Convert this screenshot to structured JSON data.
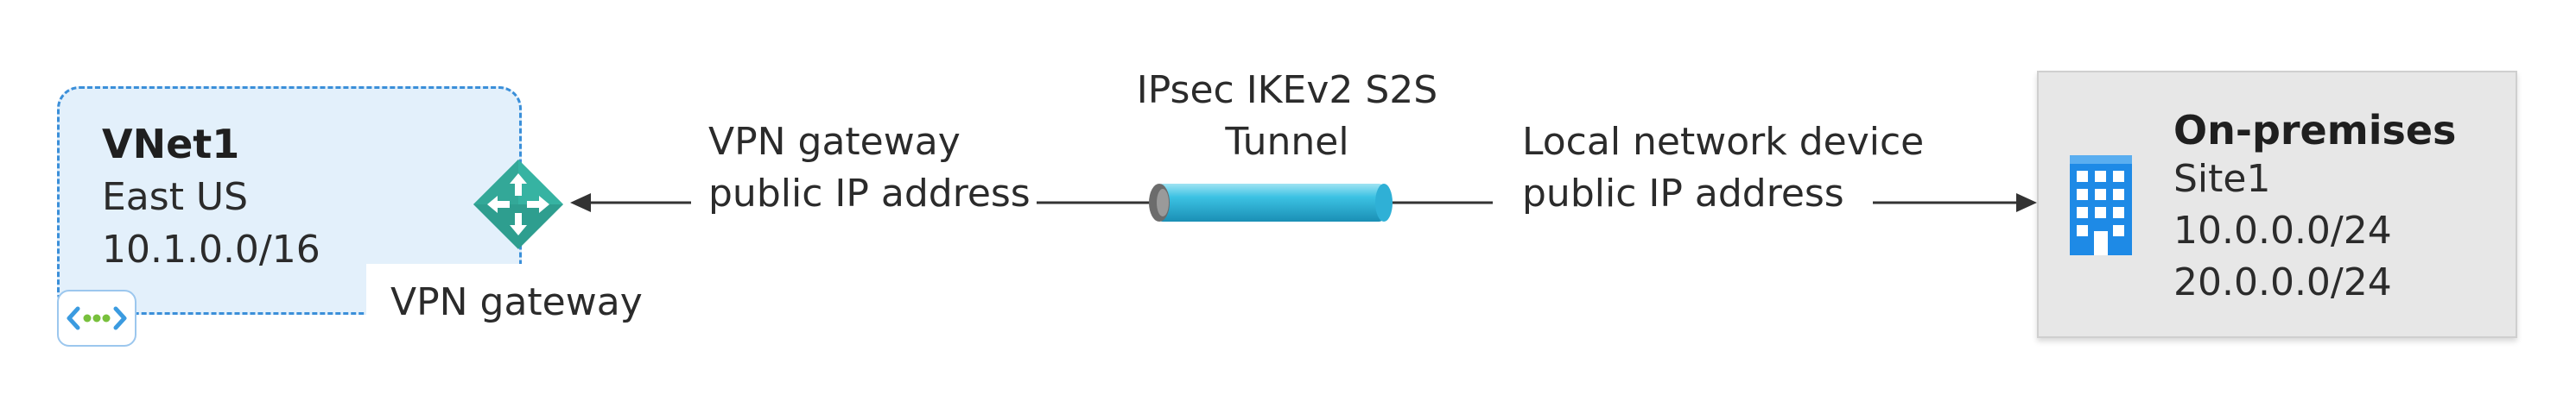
{
  "vnet": {
    "name": "VNet1",
    "region": "East US",
    "address_space": "10.1.0.0/16",
    "gateway_label": "VPN gateway"
  },
  "connection": {
    "vpn_ip_label_line1": "VPN gateway",
    "vpn_ip_label_line2": "public IP address",
    "tunnel_label_line1": "IPsec IKEv2 S2S",
    "tunnel_label_line2": "Tunnel",
    "local_ip_label_line1": "Local network device",
    "local_ip_label_line2": "public IP address"
  },
  "onprem": {
    "title": "On-premises",
    "site": "Site1",
    "ranges": [
      "10.0.0.0/24",
      "20.0.0.0/24"
    ]
  },
  "icons": {
    "gateway": "vpn-gateway-icon",
    "vnet": "virtual-network-icon",
    "building": "building-icon"
  },
  "colors": {
    "vnet_fill": "#e3f0fb",
    "vnet_border": "#3b8fd9",
    "gateway_green": "#2e9e8f",
    "tunnel_blue": "#2fb7da",
    "onprem_fill": "#e7e7e7",
    "building_blue": "#1e8ae6"
  }
}
